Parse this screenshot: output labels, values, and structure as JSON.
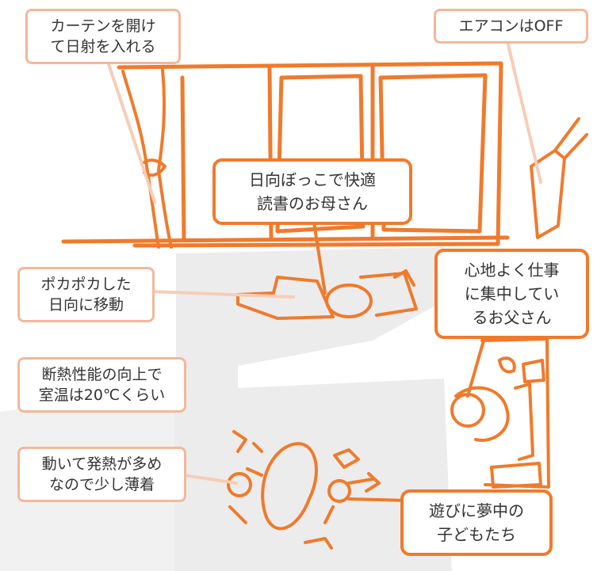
{
  "colors": {
    "sketch_orange": "#f07a2c",
    "label_border": "#f3b89a",
    "shadow_gray": "#ececec",
    "text": "#333333"
  },
  "labels": {
    "curtain": "カーテンを開け\nて日射を入れる",
    "aircon": "エアコンはOFF",
    "pokapoka": "ポカポカした\n日向に移動",
    "insulation": "断熱性能の向上で\n室温は20℃くらい",
    "heat": "動いて発熱が多め\nなので少し薄着"
  },
  "callouts": {
    "mother": "日向ぼっこで快適\n読書のお母さん",
    "father": "心地よく仕事\nに集中してい\nるお父さん",
    "children": "遊びに夢中の\n子どもたち"
  }
}
